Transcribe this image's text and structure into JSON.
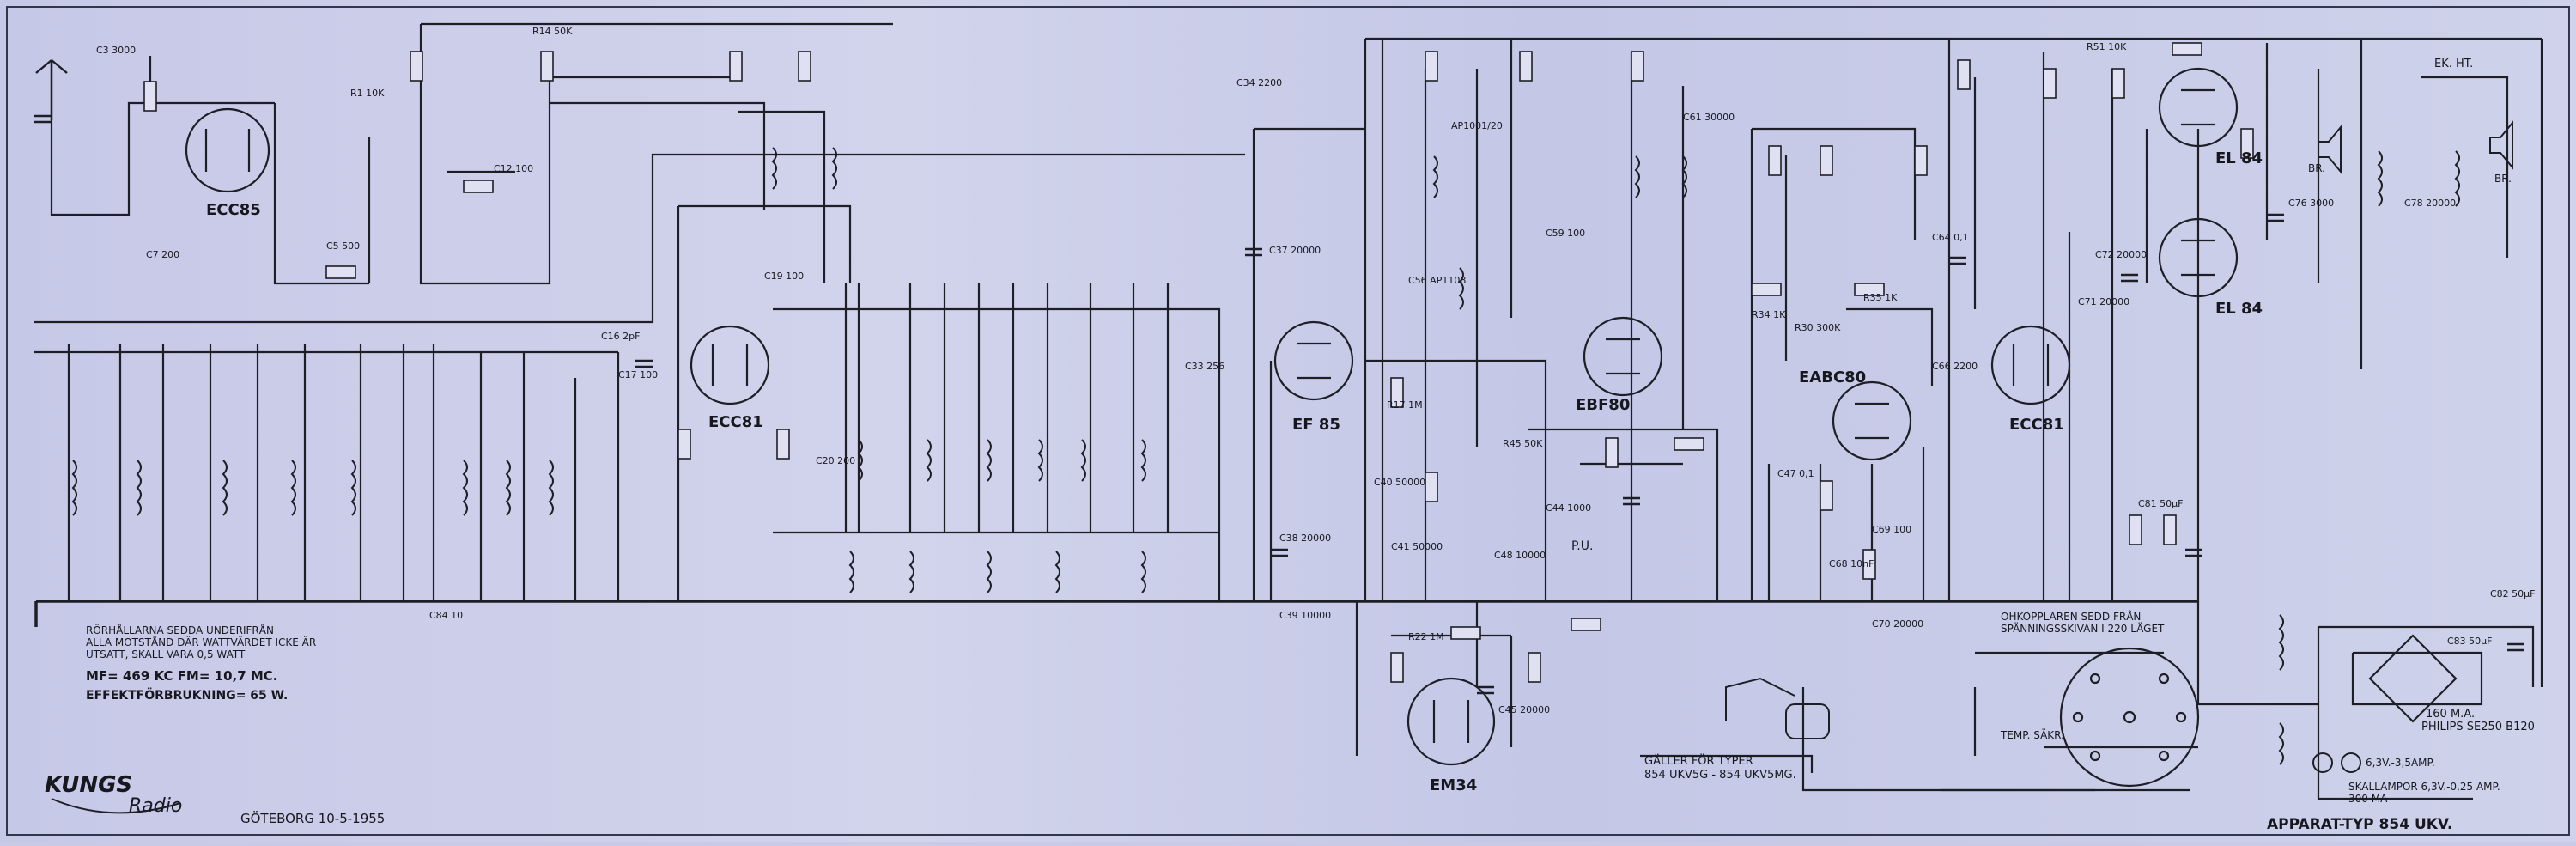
{
  "schematic": {
    "brand": "KUNGS",
    "brand_sub": "Radio",
    "place_date": "GÖTEBORG  10-5-1955",
    "apparatus_type": "APPARAT-TYP 854 UKV.",
    "notes": [
      "RÖRHÅLLARNA SEDDA UNDERIFRÅN",
      "ALLA MOTSTÅND DÄR WATTVÄRDET ICKE ÄR",
      "UTSATT, SKALL VARA 0,5 WATT"
    ],
    "frequencies": "MF= 469 KC   FM= 10,7 MC.",
    "power": "EFFEKTFÖRBRUKNING= 65 W.",
    "speaker_note": [
      "OHKOPPLAREN SEDD FRÅN",
      "SPÄNNINGSSKIVAN I 220 LÄGET"
    ],
    "types_note": [
      "GÄLLER FÖR TYPER",
      "854 UKV5G - 854 UKV5MG."
    ],
    "rectifier": "PHILIPS SE250 B120",
    "rectifier_current": "160 M.A.",
    "lamps": [
      "6,3V.-3,5AMP.",
      "SKALLAMPOR 6,3V.-0,25 AMP.",
      "300 MA"
    ],
    "temp_label": "TEMP. SÄKR.",
    "ek_ht": "EK. HT.",
    "pu_label": "P.U.",
    "speaker_labels": [
      "BR.",
      "BR."
    ]
  },
  "tubes": {
    "t_ecc85": "ECC85",
    "t_ecc81a": "ECC81",
    "t_ef85": "EF 85",
    "t_ebf80": "EBF80",
    "t_eabc80": "EABC80",
    "t_ecc81b": "ECC81",
    "t_el84a": "EL 84",
    "t_el84b": "EL 84",
    "t_em34": "EM34"
  },
  "components": {
    "c1": "R1 10K",
    "c2": "C5 500",
    "c3": "C7 200",
    "c4": "C12 100",
    "c5": "R14 50K",
    "c6": "C20 200",
    "c7": "C84 10",
    "c8": "C34 2200",
    "c9": "C38 20000",
    "c10": "C37 20000",
    "c11": "C39 10000",
    "c12": "R17 1M",
    "c13": "C40 50000",
    "c14": "C41 50000",
    "c15": "C44 1000",
    "c16": "C47 0,1",
    "c17": "C59 100",
    "c18": "R30 300K",
    "c19": "C64 0,1",
    "c20": "C66 2200",
    "c21": "C71 20000",
    "c22": "C70 20000",
    "c23": "C81 50µF",
    "c24": "C76 3000",
    "c25": "C72 20000",
    "c26": "C82 50µF",
    "c27": "C83 50µF",
    "c28": "R22 1M",
    "c29": "C45 20000",
    "c30": "C48 10000",
    "c31": "C56 AP1108",
    "c32": "AP1001/20",
    "c33": "C61 30000",
    "c34": "R51 10K",
    "c35": "C78 20000",
    "c36": "R34 1K",
    "c37": "R35 1K",
    "c38": "C68 10nF",
    "c39": "C69 100",
    "c40": "R45 50K",
    "c41": "C3 3000",
    "c42": "C16 2pF",
    "c43": "C17 100",
    "c44": "C19 100",
    "c45": "C33 256"
  }
}
